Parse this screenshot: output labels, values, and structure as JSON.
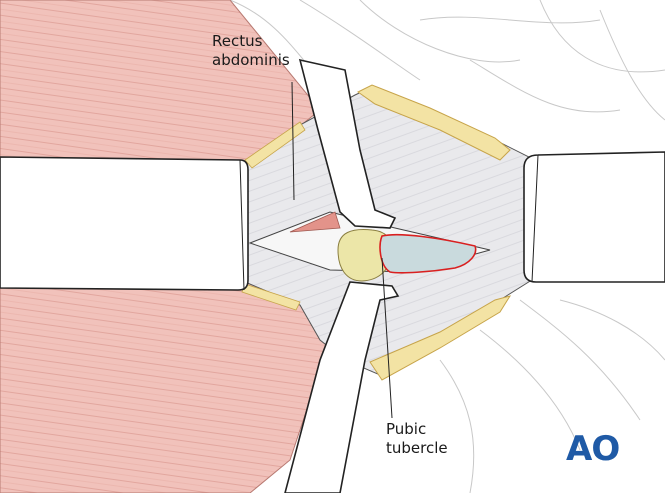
{
  "labels": {
    "rectus_line1": "Rectus",
    "rectus_line2": "abdominis",
    "pubic_line1": "Pubic",
    "pubic_line2": "tubercle"
  },
  "logo": {
    "text": "AO"
  },
  "colors": {
    "muscle": "#f1c2bb",
    "muscle_stripe": "#dc9a92",
    "fascia": "#e6e6ea",
    "fat": "#f3e3a4",
    "bone": "#ece6a8",
    "mesh_outline": "#d92020",
    "mesh_fill": "#c9dadd",
    "retractor": "#ffffff",
    "outline": "#222222",
    "sketch": "#c8c8c8",
    "logo": "#1f5aa6"
  }
}
